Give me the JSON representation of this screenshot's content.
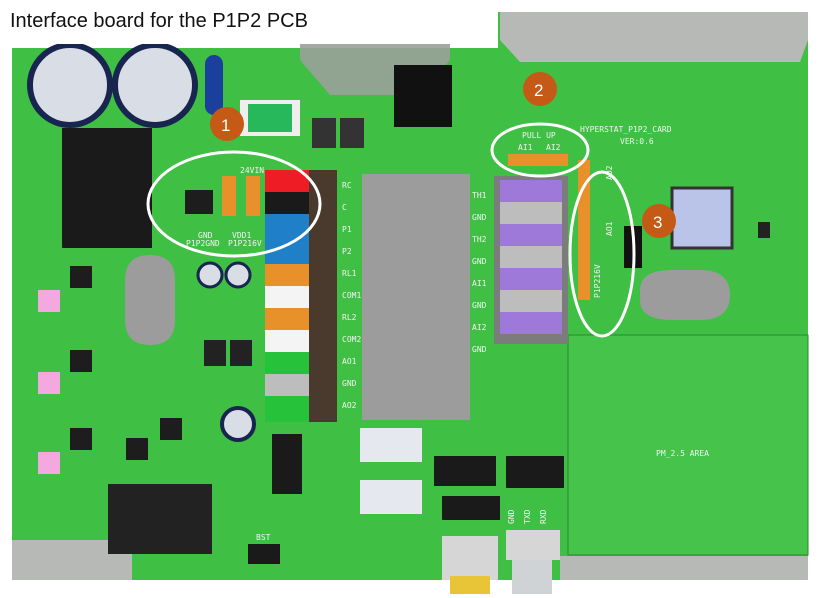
{
  "caption": "Interface board for the P1P2 PCB",
  "board": {
    "name": "HYPERSTAT_P1P2_CARD",
    "version": "VER:0.6",
    "area_label": "PM_2.5 AREA",
    "pullup_label": "PULL UP",
    "pullup_pins": [
      "AI1",
      "AI2"
    ],
    "power_labels": [
      "24VIN",
      "GND",
      "P1P2GND",
      "VDD1",
      "P1P216V"
    ],
    "right_header_labels": [
      "AO2",
      "AO1",
      "P1P216V"
    ],
    "bottom_labels": [
      "GND",
      "TXD",
      "RXD"
    ],
    "bst_label": "BST",
    "left_terminals": [
      "RC",
      "C",
      "P1",
      "P2",
      "RL1",
      "COM1",
      "RL2",
      "COM2",
      "AO1",
      "GND",
      "AO2"
    ],
    "right_terminals": [
      "TH1",
      "GND",
      "TH2",
      "GND",
      "AI1",
      "GND",
      "AI2",
      "GND"
    ]
  },
  "callouts": [
    "1",
    "2",
    "3"
  ],
  "colors": {
    "pcb": "#3fbf43",
    "callout": "#c45a16",
    "header": "#e8902a",
    "terminal_purple": "#9f79d9"
  }
}
